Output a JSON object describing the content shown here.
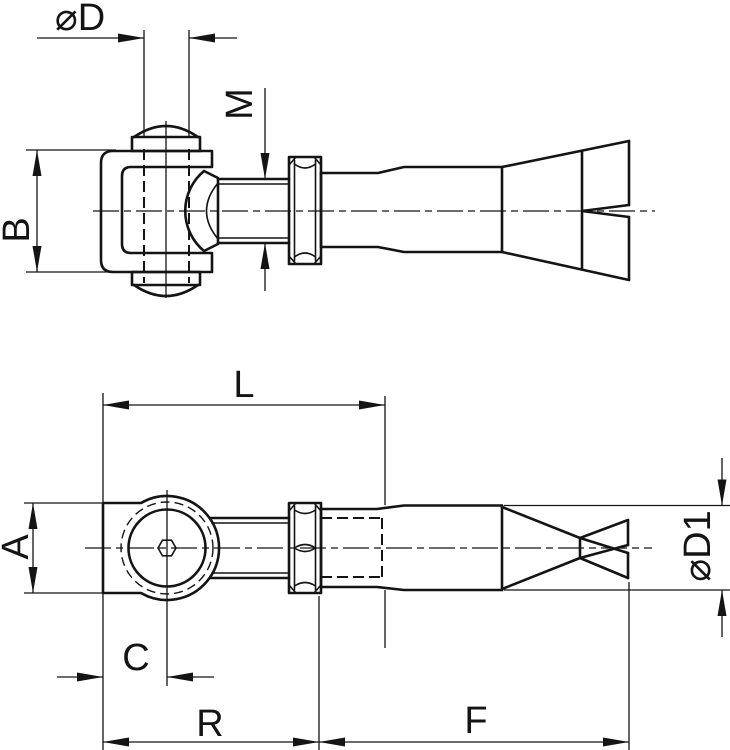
{
  "drawing": {
    "description": "Two-view technical line drawing of a weld-on adjustable gate hinge: U-bracket with hinge pin, ball joint, threaded rod, hex nut, conical tube and split weld tail",
    "background_color": "#ffffff",
    "line_color": "#141414",
    "dimension_labels": {
      "pin_diameter": "⌀D",
      "thread": "M",
      "bracket_height": "B",
      "overall_length": "L",
      "plate_width": "A",
      "center_offset": "C",
      "hinge_length": "R",
      "tail_length": "F",
      "tube_diameter": "⌀D1"
    }
  }
}
